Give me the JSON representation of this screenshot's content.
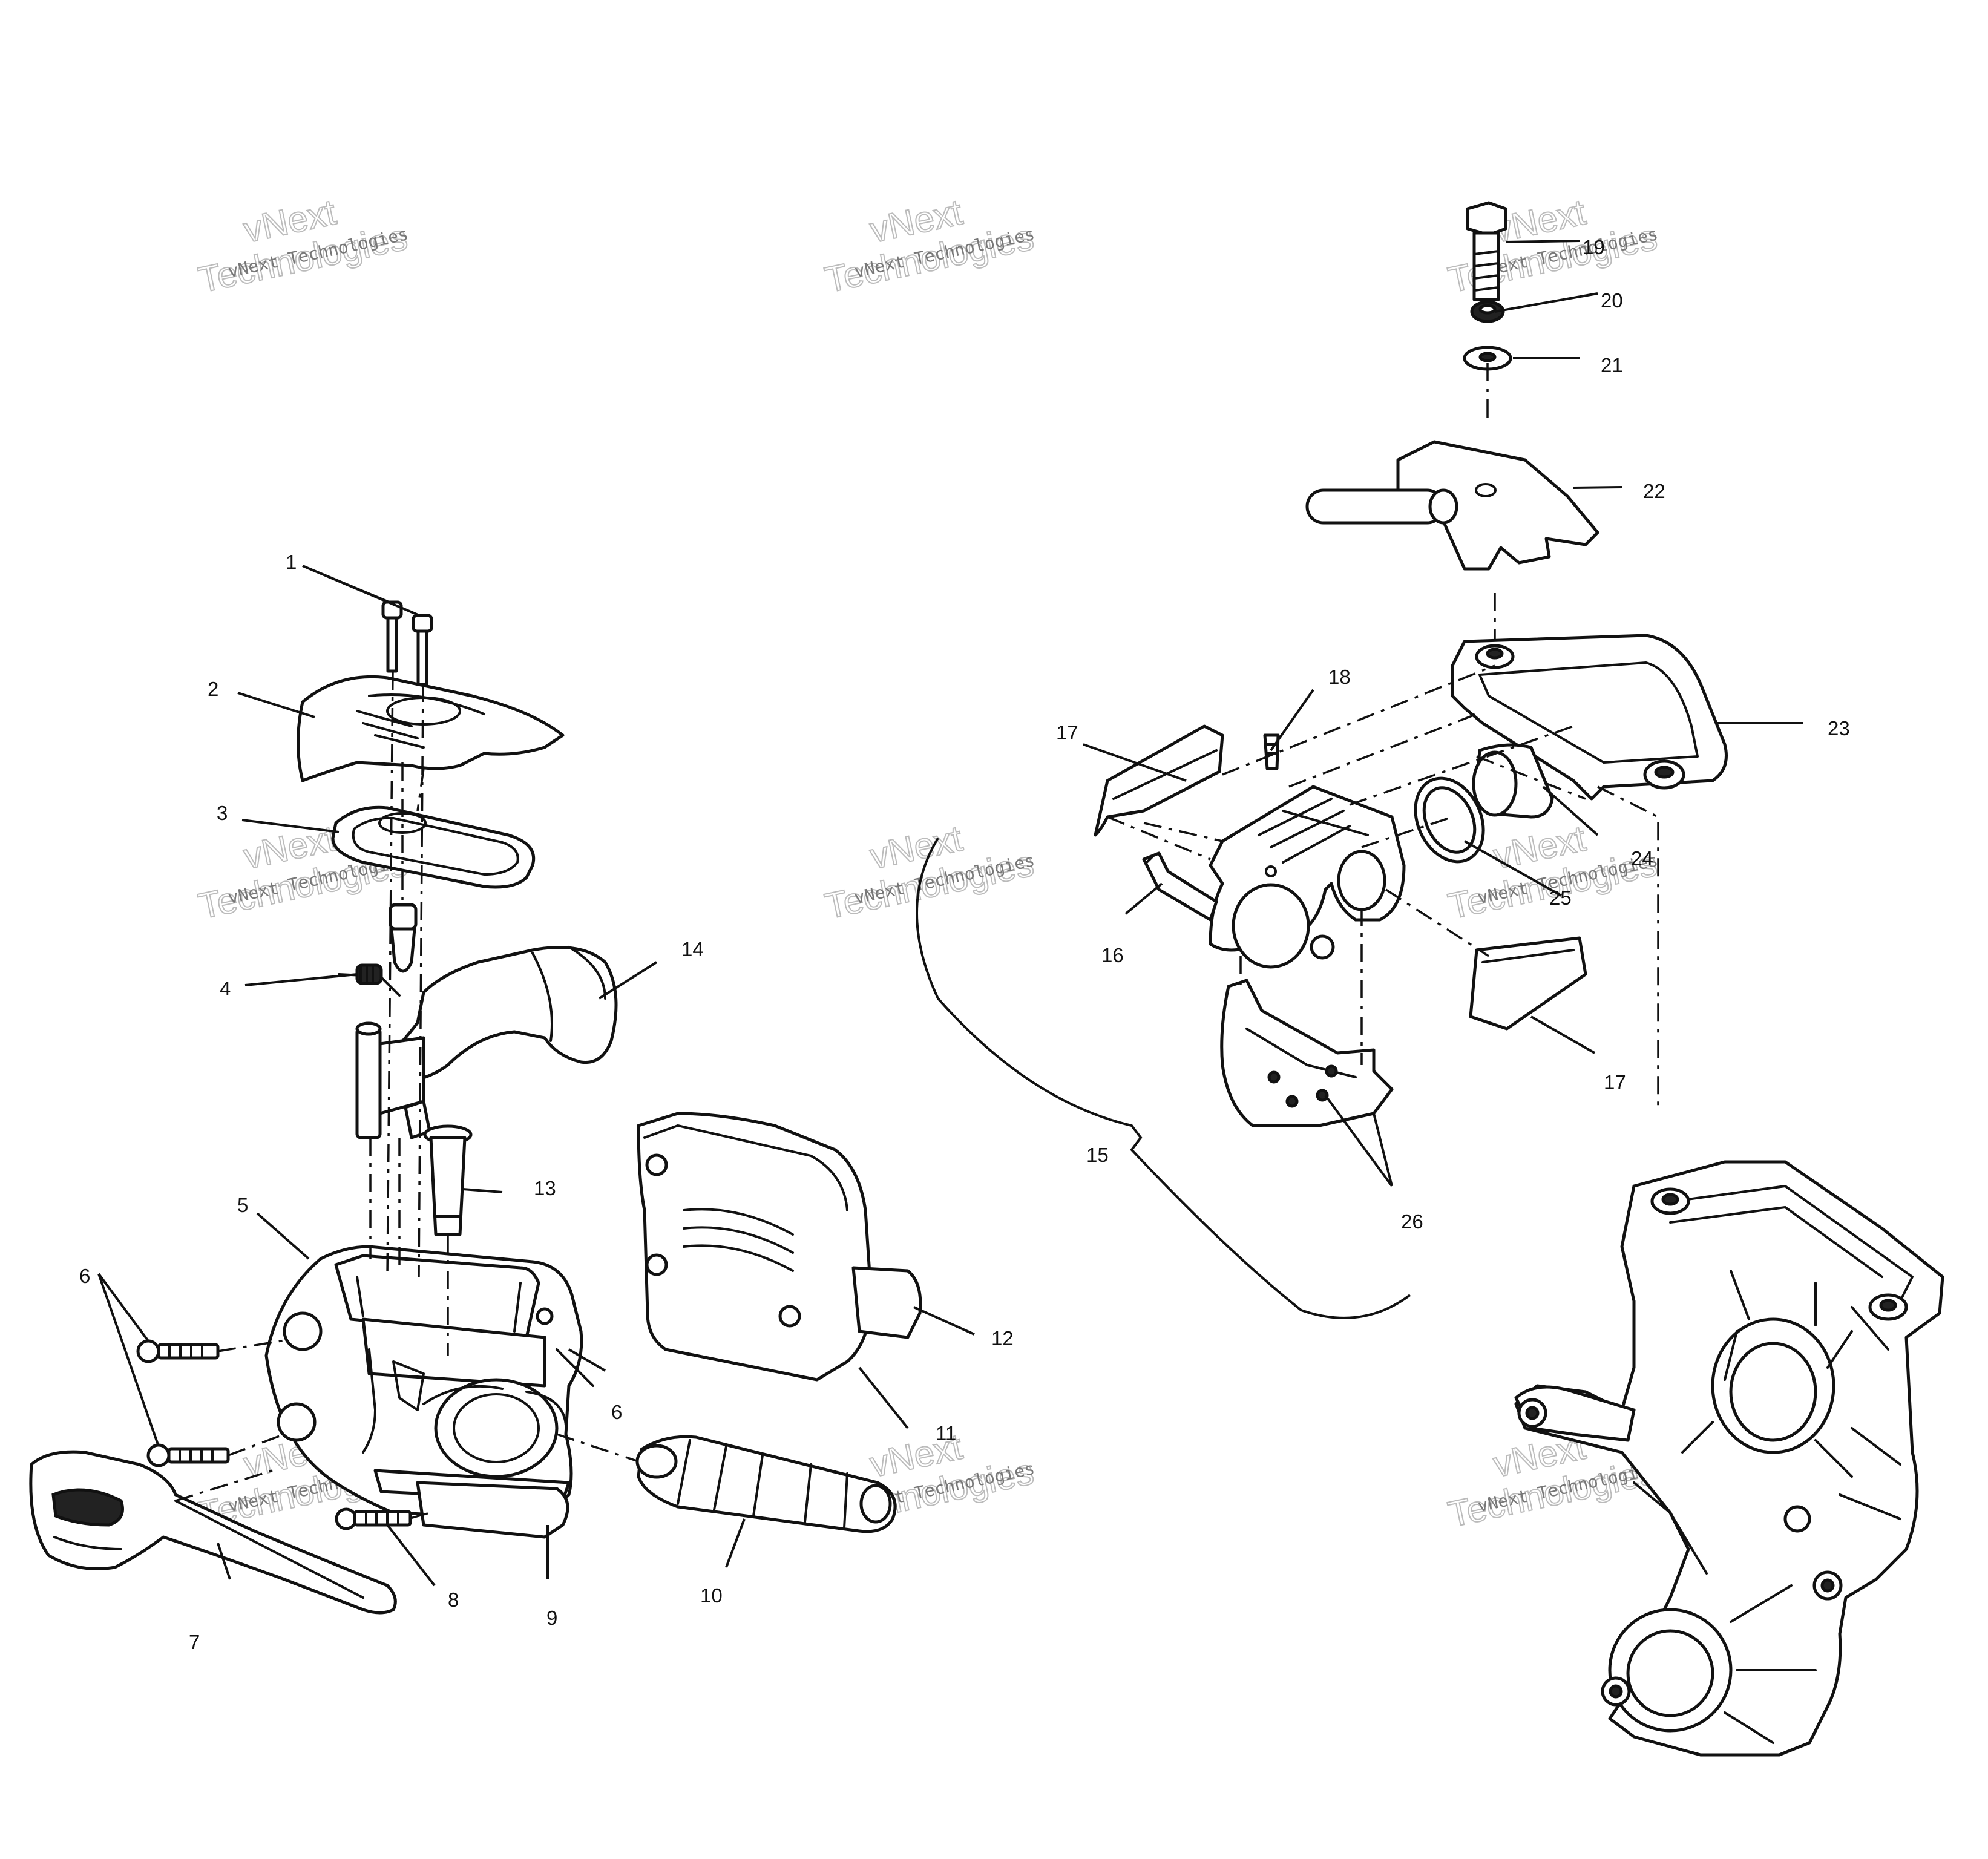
{
  "watermark": {
    "line1": "vNext",
    "line2": "Technologies",
    "small": "vNext Technologies"
  },
  "callouts": [
    "1",
    "2",
    "3",
    "4",
    "5",
    "6",
    "6",
    "7",
    "8",
    "9",
    "10",
    "11",
    "12",
    "13",
    "14",
    "15",
    "16",
    "17",
    "17",
    "18",
    "19",
    "20",
    "21",
    "22",
    "23",
    "24",
    "25",
    "26"
  ]
}
